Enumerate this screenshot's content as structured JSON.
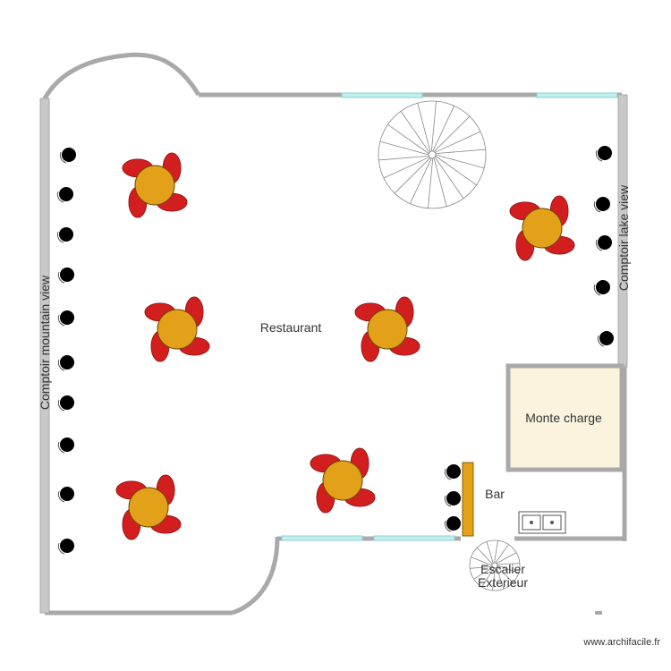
{
  "labels": {
    "restaurant": "Restaurant",
    "comptoir_mountain": "Comptoir mountain view",
    "comptoir_lake": "Comptoir lake view",
    "monte_charge": "Monte charge",
    "bar": "Bar",
    "escalier_line1": "Escalier",
    "escalier_line2": "Exterieur",
    "watermark": "www.archifacile.fr"
  },
  "colors": {
    "wall": "#a9a9a9",
    "window": "#bfefef",
    "table": "#e3a11a",
    "chair": "#d21e1e",
    "stool": "#000000",
    "monte_charge_fill": "#fbf3dd",
    "bar_counter": "#e3a11a"
  }
}
